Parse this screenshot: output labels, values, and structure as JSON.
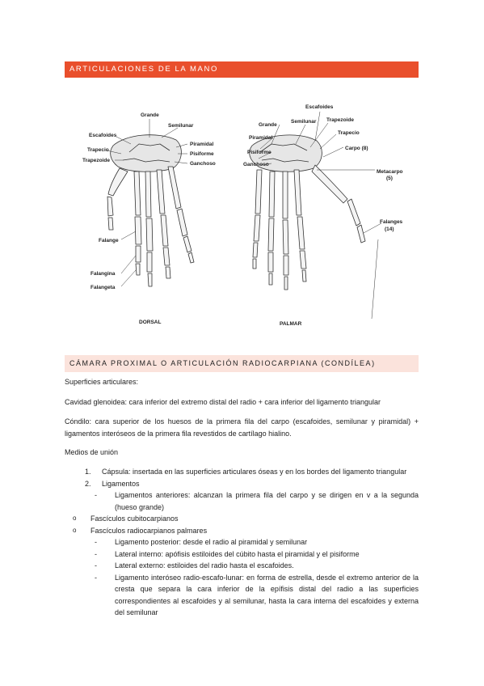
{
  "header": {
    "banner": "ARTICULACIONES DE LA MANO"
  },
  "figure": {
    "dorsal": {
      "caption": "DORSAL",
      "labels": {
        "grande": "Grande",
        "semilunar": "Semilunar",
        "escafoides": "Escafoides",
        "piramidal": "Piramidal",
        "pisiforme": "Pisiforme",
        "trapecio": "Trapecio",
        "trapezoide": "Trapezoide",
        "ganchoso": "Ganchoso",
        "falange": "Falange",
        "falangina": "Falangina",
        "falangeta": "Falangeta"
      }
    },
    "palmar": {
      "caption": "PALMAR",
      "labels": {
        "escafoides": "Escafoides",
        "grande": "Grande",
        "semilunar": "Semilunar",
        "trapezoide": "Trapezoide",
        "trapecio": "Trapecio",
        "piramidal": "Piramidal",
        "carpo": "Carpo (8)",
        "pisiforme": "Pisiforme",
        "ganchoso": "Ganchoso",
        "metacarpo": "Metacarpo",
        "metacarpo_n": "(5)",
        "falanges": "Falanges",
        "falanges_n": "(14)"
      }
    }
  },
  "section": {
    "title": "CÁMARA PROXIMAL O ARTICULACIÓN RADIOCARPIANA (CONDÍLEA)",
    "sup_title": "Superficies articulares:",
    "cavidad": "Cavidad glenoidea: cara inferior del extremo distal del radio + cara inferior del ligamento triangular",
    "condilo": "Cóndilo: cara superior de los huesos de la primera fila del carpo (escafoides, semilunar y piramidal) + ligamentos interóseos de la primera fila revestidos de cartílago hialino.",
    "medios_title": "Medios de unión",
    "items": [
      {
        "num": "1.",
        "text": "Cápsula: insertada en las superficies articulares óseas y en los bordes del ligamento triangular"
      },
      {
        "num": "2.",
        "text": "Ligamentos"
      }
    ],
    "sub_items": [
      "Ligamentos anteriores: alcanzan la primera fila del carpo y se dirigen en v a la segunda (hueso grande)",
      "Ligamento posterior: desde el radio al piramidal y semilunar",
      "Lateral interno: apófisis estiloides del cúbito hasta el piramidal y el pisiforme",
      "Lateral externo: estiloides del radio hasta el escafoides.",
      "Ligamento interóseo radio-escafo-lunar: en forma de estrella, desde el extremo anterior de la cresta que separa la cara inferior de la epífisis distal del radio a las superficies correspondientes al escafoides y al semilunar, hasta la cara interna del escafoides y externa del semilunar"
    ],
    "bullets": [
      "Fascículos cubitocarpianos",
      "Fascículos radiocarpianos palmares"
    ],
    "dash": "-",
    "bullet_mark": "o"
  }
}
